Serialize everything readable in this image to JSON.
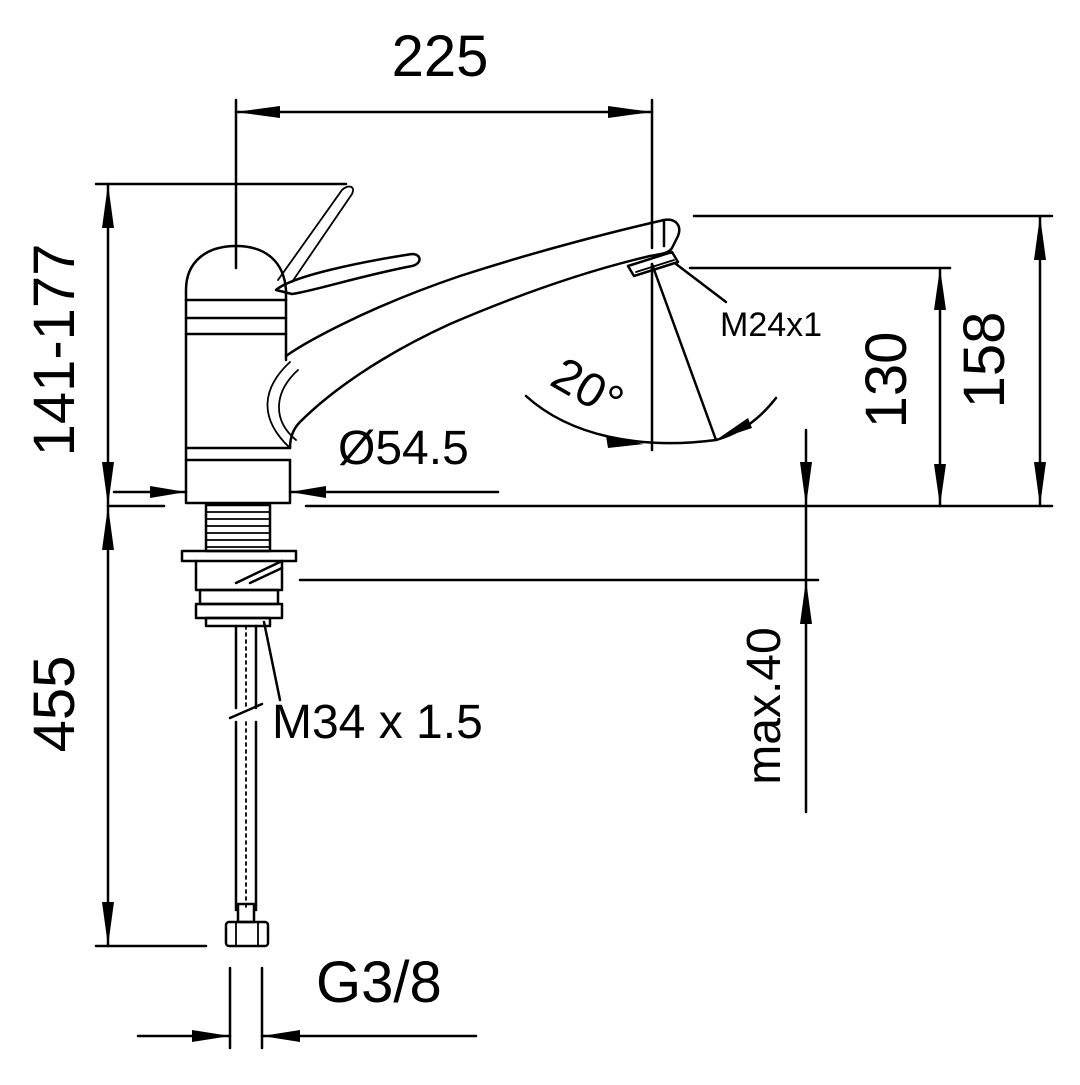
{
  "drawing": {
    "subject": "single-lever kitchen faucet technical drawing",
    "stroke_color": "#000000",
    "background_color": "#ffffff",
    "dimensions": {
      "spout_reach": "225",
      "lever_height": "141-177",
      "outlet_height": "130",
      "spout_top_height": "158",
      "body_diameter": "Ø54.5",
      "swivel_angle": "20°",
      "aerator_thread": "M24x1",
      "mount_thread": "M34 x 1.5",
      "hose_length": "455",
      "max_deck_thickness": "max.40",
      "hose_connection": "G3/8"
    }
  }
}
